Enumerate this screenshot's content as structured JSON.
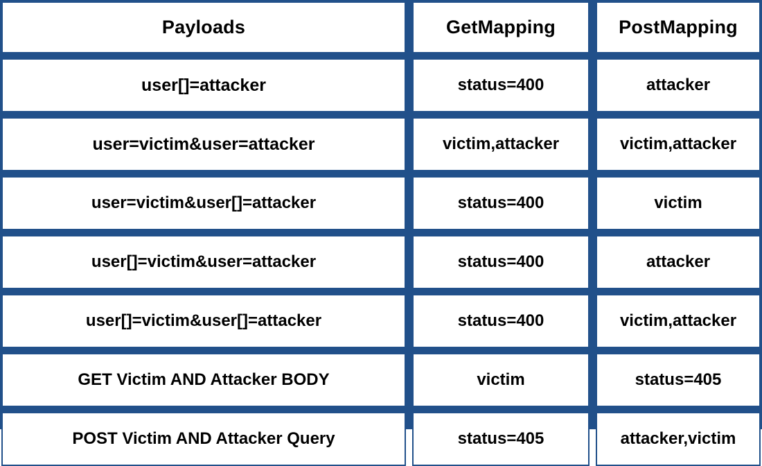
{
  "table": {
    "name": "payload-parsing-results",
    "border_color": "#21508a",
    "cell_background": "#ffffff",
    "text_color": "#000000",
    "columns": [
      {
        "key": "payload",
        "header": "Payloads"
      },
      {
        "key": "get",
        "header": "GetMapping"
      },
      {
        "key": "post",
        "header": "PostMapping"
      }
    ],
    "rows": [
      {
        "payload": "user[]=attacker",
        "get": "status=400",
        "post": "attacker"
      },
      {
        "payload": "user=victim&user=attacker",
        "get": "victim,attacker",
        "post": "victim,attacker"
      },
      {
        "payload": "user=victim&user[]=attacker",
        "get": "status=400",
        "post": "victim"
      },
      {
        "payload": "user[]=victim&user=attacker",
        "get": "status=400",
        "post": "attacker"
      },
      {
        "payload": "user[]=victim&user[]=attacker",
        "get": "status=400",
        "post": "victim,attacker"
      },
      {
        "payload": "GET Victim AND Attacker BODY",
        "get": "victim",
        "post": "status=405"
      },
      {
        "payload": "POST Victim AND Attacker Query",
        "get": "status=405",
        "post": "attacker,victim"
      }
    ]
  }
}
